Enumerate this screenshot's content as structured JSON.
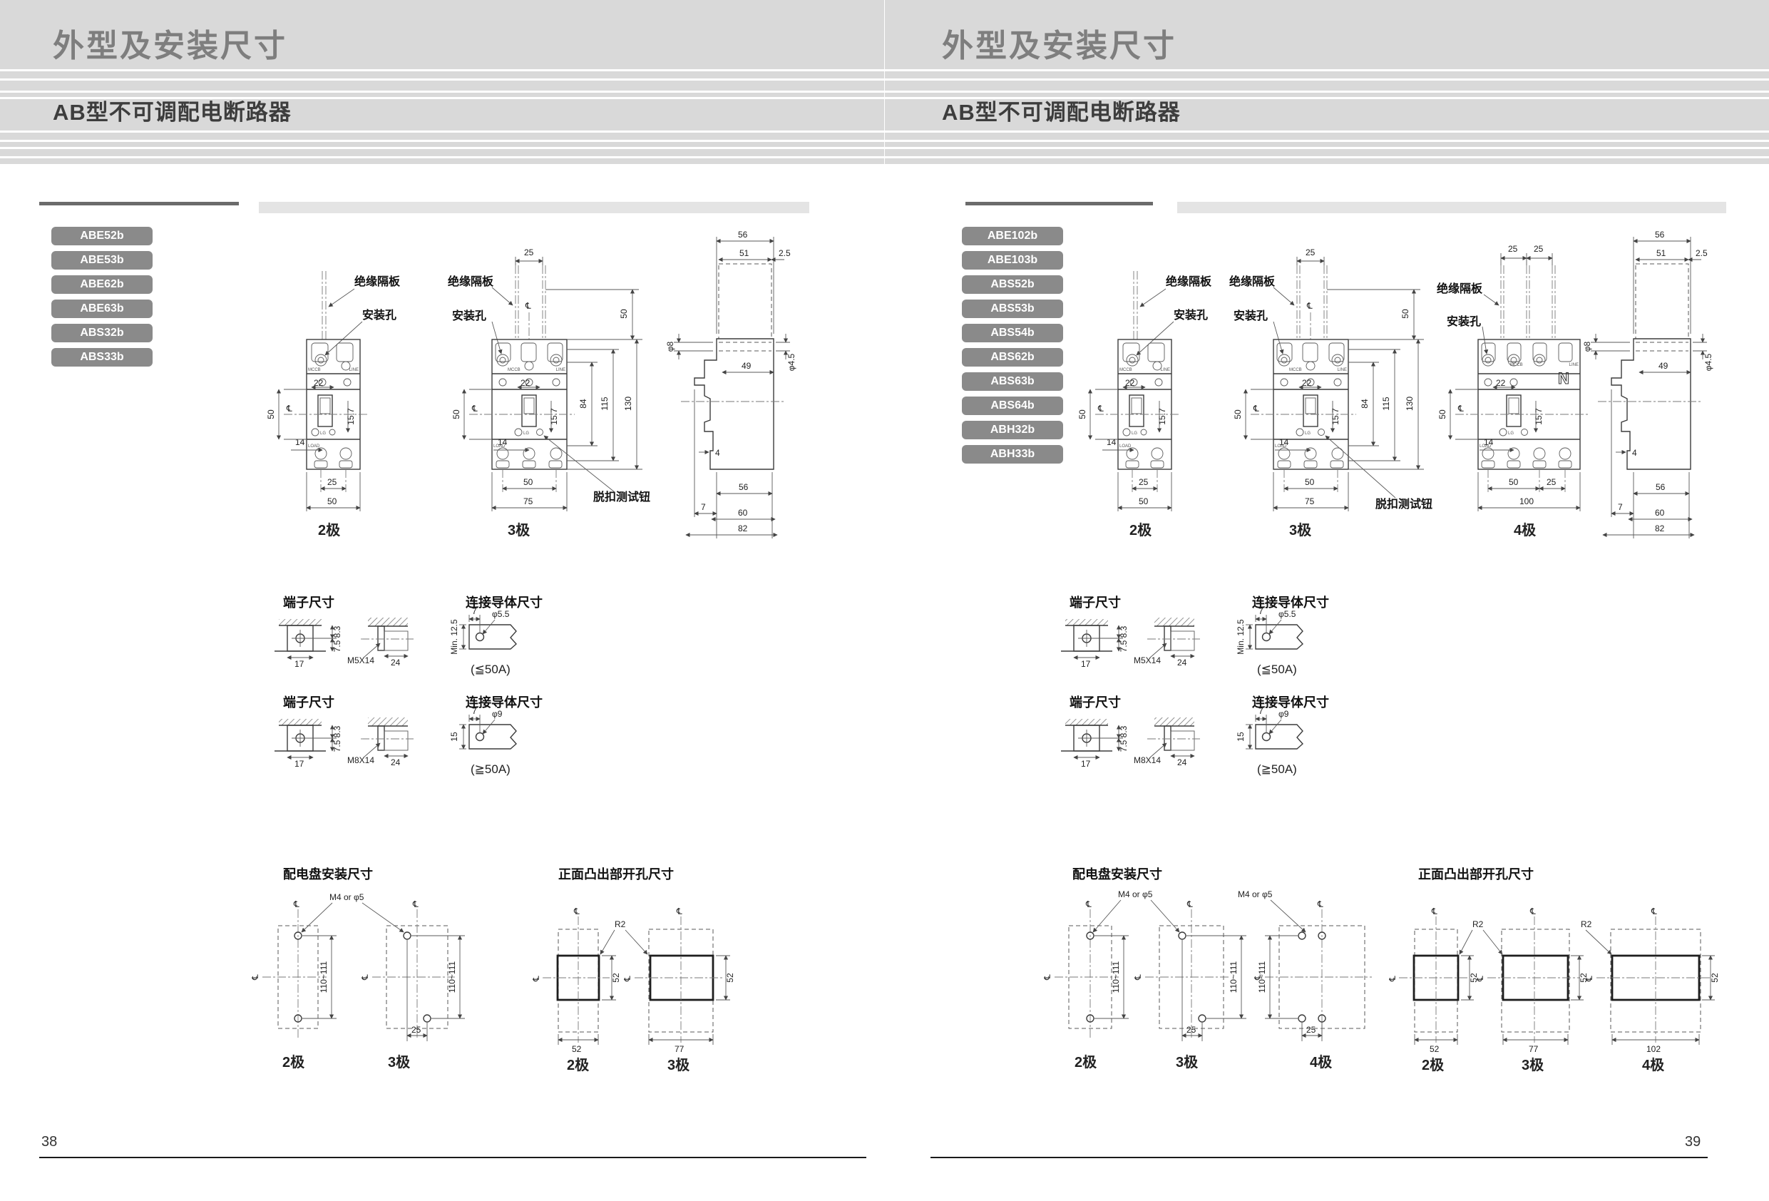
{
  "sh": {
    "callout": {
      "barrier": "绝缘隔板",
      "mount": "安装孔",
      "trip": "脱扣测试钮"
    },
    "dev": {
      "mccb": "MCCB",
      "line": "LINE",
      "load": "LOAD",
      "lg": "LG",
      "n": "N",
      "cl": "℄"
    },
    "fd": {
      "p25": "25",
      "t22": "22",
      "h157": "15.7",
      "v50": "50",
      "m14": "14",
      "b25": "25",
      "b50": "50",
      "b75": "75",
      "b100": "100",
      "d84": "84",
      "d115": "115",
      "d130": "130",
      "t50": "50"
    },
    "sd": {
      "w56": "56",
      "w51": "51",
      "w25": "2.5",
      "p8": "φ8",
      "w49": "49",
      "p45": "φ4.5",
      "h4": "4",
      "b7": "7",
      "b56": "56",
      "b60": "60",
      "b82": "82"
    },
    "tr1": {
      "title": "端子尺寸",
      "w17": "17",
      "a83": "8.3",
      "b75": "7.5",
      "screw": "M5X14",
      "d24": "24"
    },
    "tr2": {
      "title": "端子尺寸",
      "w17": "17",
      "a83": "8.3",
      "b75": "7.5",
      "screw": "M8X14",
      "d24": "24"
    },
    "cd1": {
      "title": "连接导体尺寸",
      "t7": "7",
      "hole": "φ5.5",
      "min": "Min. 12.5",
      "amp": "(≦50A)"
    },
    "cd2": {
      "title": "连接导体尺寸",
      "t7": "7",
      "hole": "φ9",
      "h15": "15",
      "amp": "(≧50A)"
    },
    "pm": {
      "title": "配电盘安装尺寸",
      "screw": "M4 or φ5",
      "v": "110~111",
      "s25": "25"
    },
    "co": {
      "title": "正面凸出部开孔尺寸",
      "r2": "R2",
      "h52": "52",
      "w52": "52",
      "w77": "77",
      "w102": "102"
    },
    "pole": {
      "p2": "2极",
      "p3": "3极",
      "p4": "4极"
    }
  },
  "p1": {
    "title": "外型及安装尺寸",
    "subtitle": "AB型不可调配电断路器",
    "models": [
      "ABE52b",
      "ABE53b",
      "ABE62b",
      "ABE63b",
      "ABS32b",
      "ABS33b"
    ],
    "page": "38"
  },
  "p2": {
    "title": "外型及安装尺寸",
    "subtitle": "AB型不可调配电断路器",
    "models": [
      "ABE102b",
      "ABE103b",
      "ABS52b",
      "ABS53b",
      "ABS54b",
      "ABS62b",
      "ABS63b",
      "ABS64b",
      "ABH32b",
      "ABH33b"
    ],
    "page": "39"
  }
}
